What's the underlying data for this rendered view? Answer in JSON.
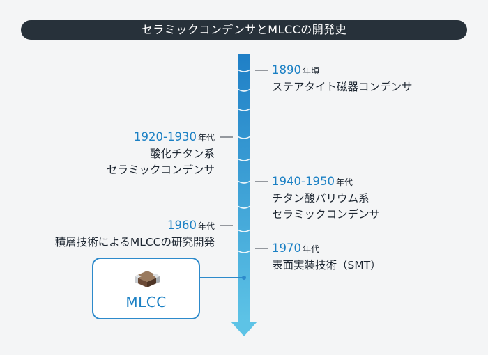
{
  "title": "セラミックコンデンサとMLCCの開発史",
  "events": [
    {
      "id": "e1890",
      "side": "right",
      "year": "1890",
      "suffix": "年頃",
      "lines": [
        "ステアタイト磁器コンデンサ"
      ]
    },
    {
      "id": "e1920",
      "side": "left",
      "year": "1920-1930",
      "suffix": "年代",
      "lines": [
        "酸化チタン系",
        "セラミックコンデンサ"
      ]
    },
    {
      "id": "e1940",
      "side": "right",
      "year": "1940-1950",
      "suffix": "年代",
      "lines": [
        "チタン酸バリウム系",
        "セラミックコンデンサ"
      ]
    },
    {
      "id": "e1960",
      "side": "left",
      "year": "1960",
      "suffix": "年代",
      "lines": [
        "積層技術によるMLCCの研究開発"
      ]
    },
    {
      "id": "e1970",
      "side": "right",
      "year": "1970",
      "suffix": "年代",
      "lines": [
        "表面実装技術（SMT）"
      ]
    }
  ],
  "mlcc_box": {
    "label": "MLCC",
    "icon": "mlcc-chip-icon"
  },
  "colors": {
    "title_bg": "#27313a",
    "accent": "#1b80c4",
    "bar_top": "#1f7fc6",
    "bar_bottom": "#5dc3e6"
  }
}
